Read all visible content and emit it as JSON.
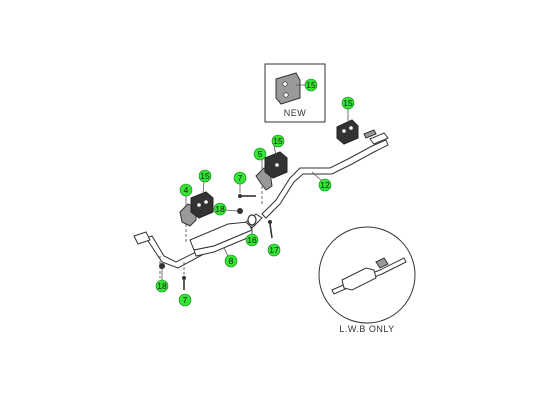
{
  "colors": {
    "callout": "#33e633",
    "line": "#333333",
    "background": "#ffffff"
  },
  "inset_new": {
    "label": "NEW",
    "callout": "15"
  },
  "inset_lwb": {
    "label": "L.W.B ONLY"
  },
  "callouts": {
    "c15_inset": "15",
    "c15_top": "15",
    "c15_mid": "15",
    "c5": "5",
    "c12": "12",
    "c7_a": "7",
    "c4": "4",
    "c15_left": "15",
    "c18_a": "18",
    "c16": "16",
    "c17": "17",
    "c8": "8",
    "c18_b": "18",
    "c7_b": "7"
  }
}
